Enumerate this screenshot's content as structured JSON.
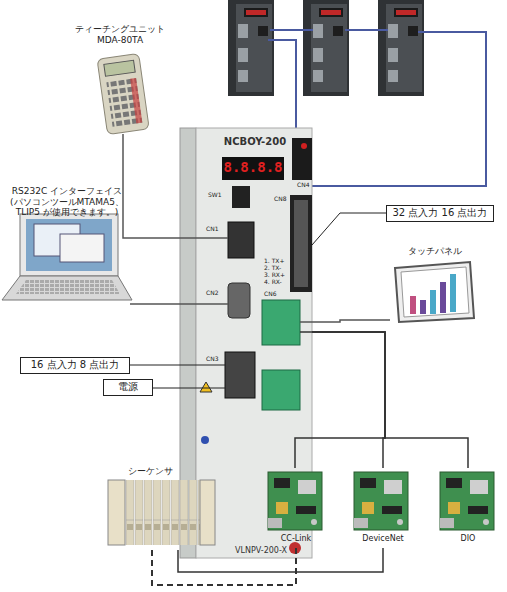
{
  "diagram": {
    "nodes": [
      {
        "text": [
          "ティーチングユニット",
          "MDA-80TA"
        ]
      },
      {
        "text": [
          "NCBOY-200",
          "VLNPV-200-X"
        ]
      },
      {
        "text": [
          "RS232C インターフェイス",
          "(パソコンツールMTAMA5、 TLIP5 が使用できます。)"
        ]
      },
      {
        "text": [
          "タッチパネル"
        ]
      },
      {
        "text": [
          "32 点入力 16 点出力"
        ]
      },
      {
        "text": [
          "16 点入力 8 点出力"
        ]
      },
      {
        "text": [
          "電源"
        ]
      },
      {
        "text": [
          "シーケンサ"
        ]
      },
      {
        "text": [
          "CC-Link"
        ]
      },
      {
        "text": [
          "DeviceNet"
        ]
      },
      {
        "text": [
          "DIO"
        ]
      }
    ],
    "edges": [
      {
        "from": 0,
        "to": 1,
        "arrow": "none"
      },
      {
        "from": 2,
        "to": 1,
        "arrow": "none"
      },
      {
        "from": 3,
        "to": 1,
        "arrow": "none"
      },
      {
        "from": 4,
        "to": 1,
        "arrow": "none"
      },
      {
        "from": 5,
        "to": 1,
        "arrow": "none"
      },
      {
        "from": 6,
        "to": 1,
        "arrow": "none"
      },
      {
        "from": 1,
        "to": 8,
        "arrow": "none"
      },
      {
        "from": 1,
        "to": 9,
        "arrow": "none"
      },
      {
        "from": 1,
        "to": 10,
        "arrow": "none"
      },
      {
        "from": 7,
        "to": 8,
        "arrow": "none"
      },
      {
        "from": 7,
        "to": 9,
        "arrow": "none"
      }
    ],
    "labels": [
      "8.8.8.8",
      "SW1",
      "CN1",
      "CN2",
      "CN3",
      "CN4",
      "CN8",
      "CN6",
      "1. TX+",
      "2. TX-",
      "3. RX+",
      "4. RX-"
    ]
  }
}
